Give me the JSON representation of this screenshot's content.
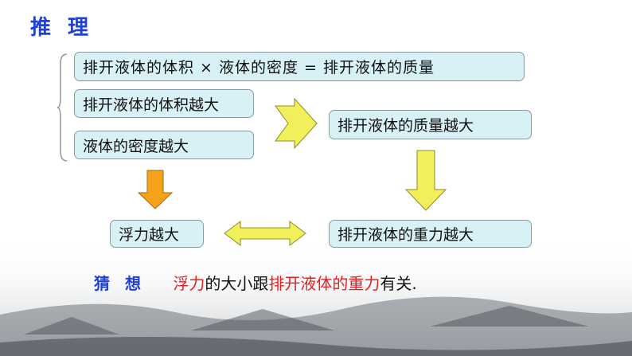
{
  "title": "推 理",
  "boxes": {
    "formula": "排开液体的体积 × 液体的密度 = 排开液体的质量",
    "volume": "排开液体的体积越大",
    "density": "液体的密度越大",
    "mass": "排开液体的质量越大",
    "buoyancy": "浮力越大",
    "gravity": "排开液体的重力越大"
  },
  "conjecture": {
    "label": "猜 想",
    "part1": "浮力",
    "part2": "的大小跟",
    "part3": "排开液体的重力",
    "part4": "有关."
  },
  "colors": {
    "title": "#1f3fd6",
    "box_fill": "#d7f1f6",
    "arrow_yellow": "#f2f05a",
    "arrow_orange": "#f5a21b",
    "highlight": "#e81e1e"
  }
}
